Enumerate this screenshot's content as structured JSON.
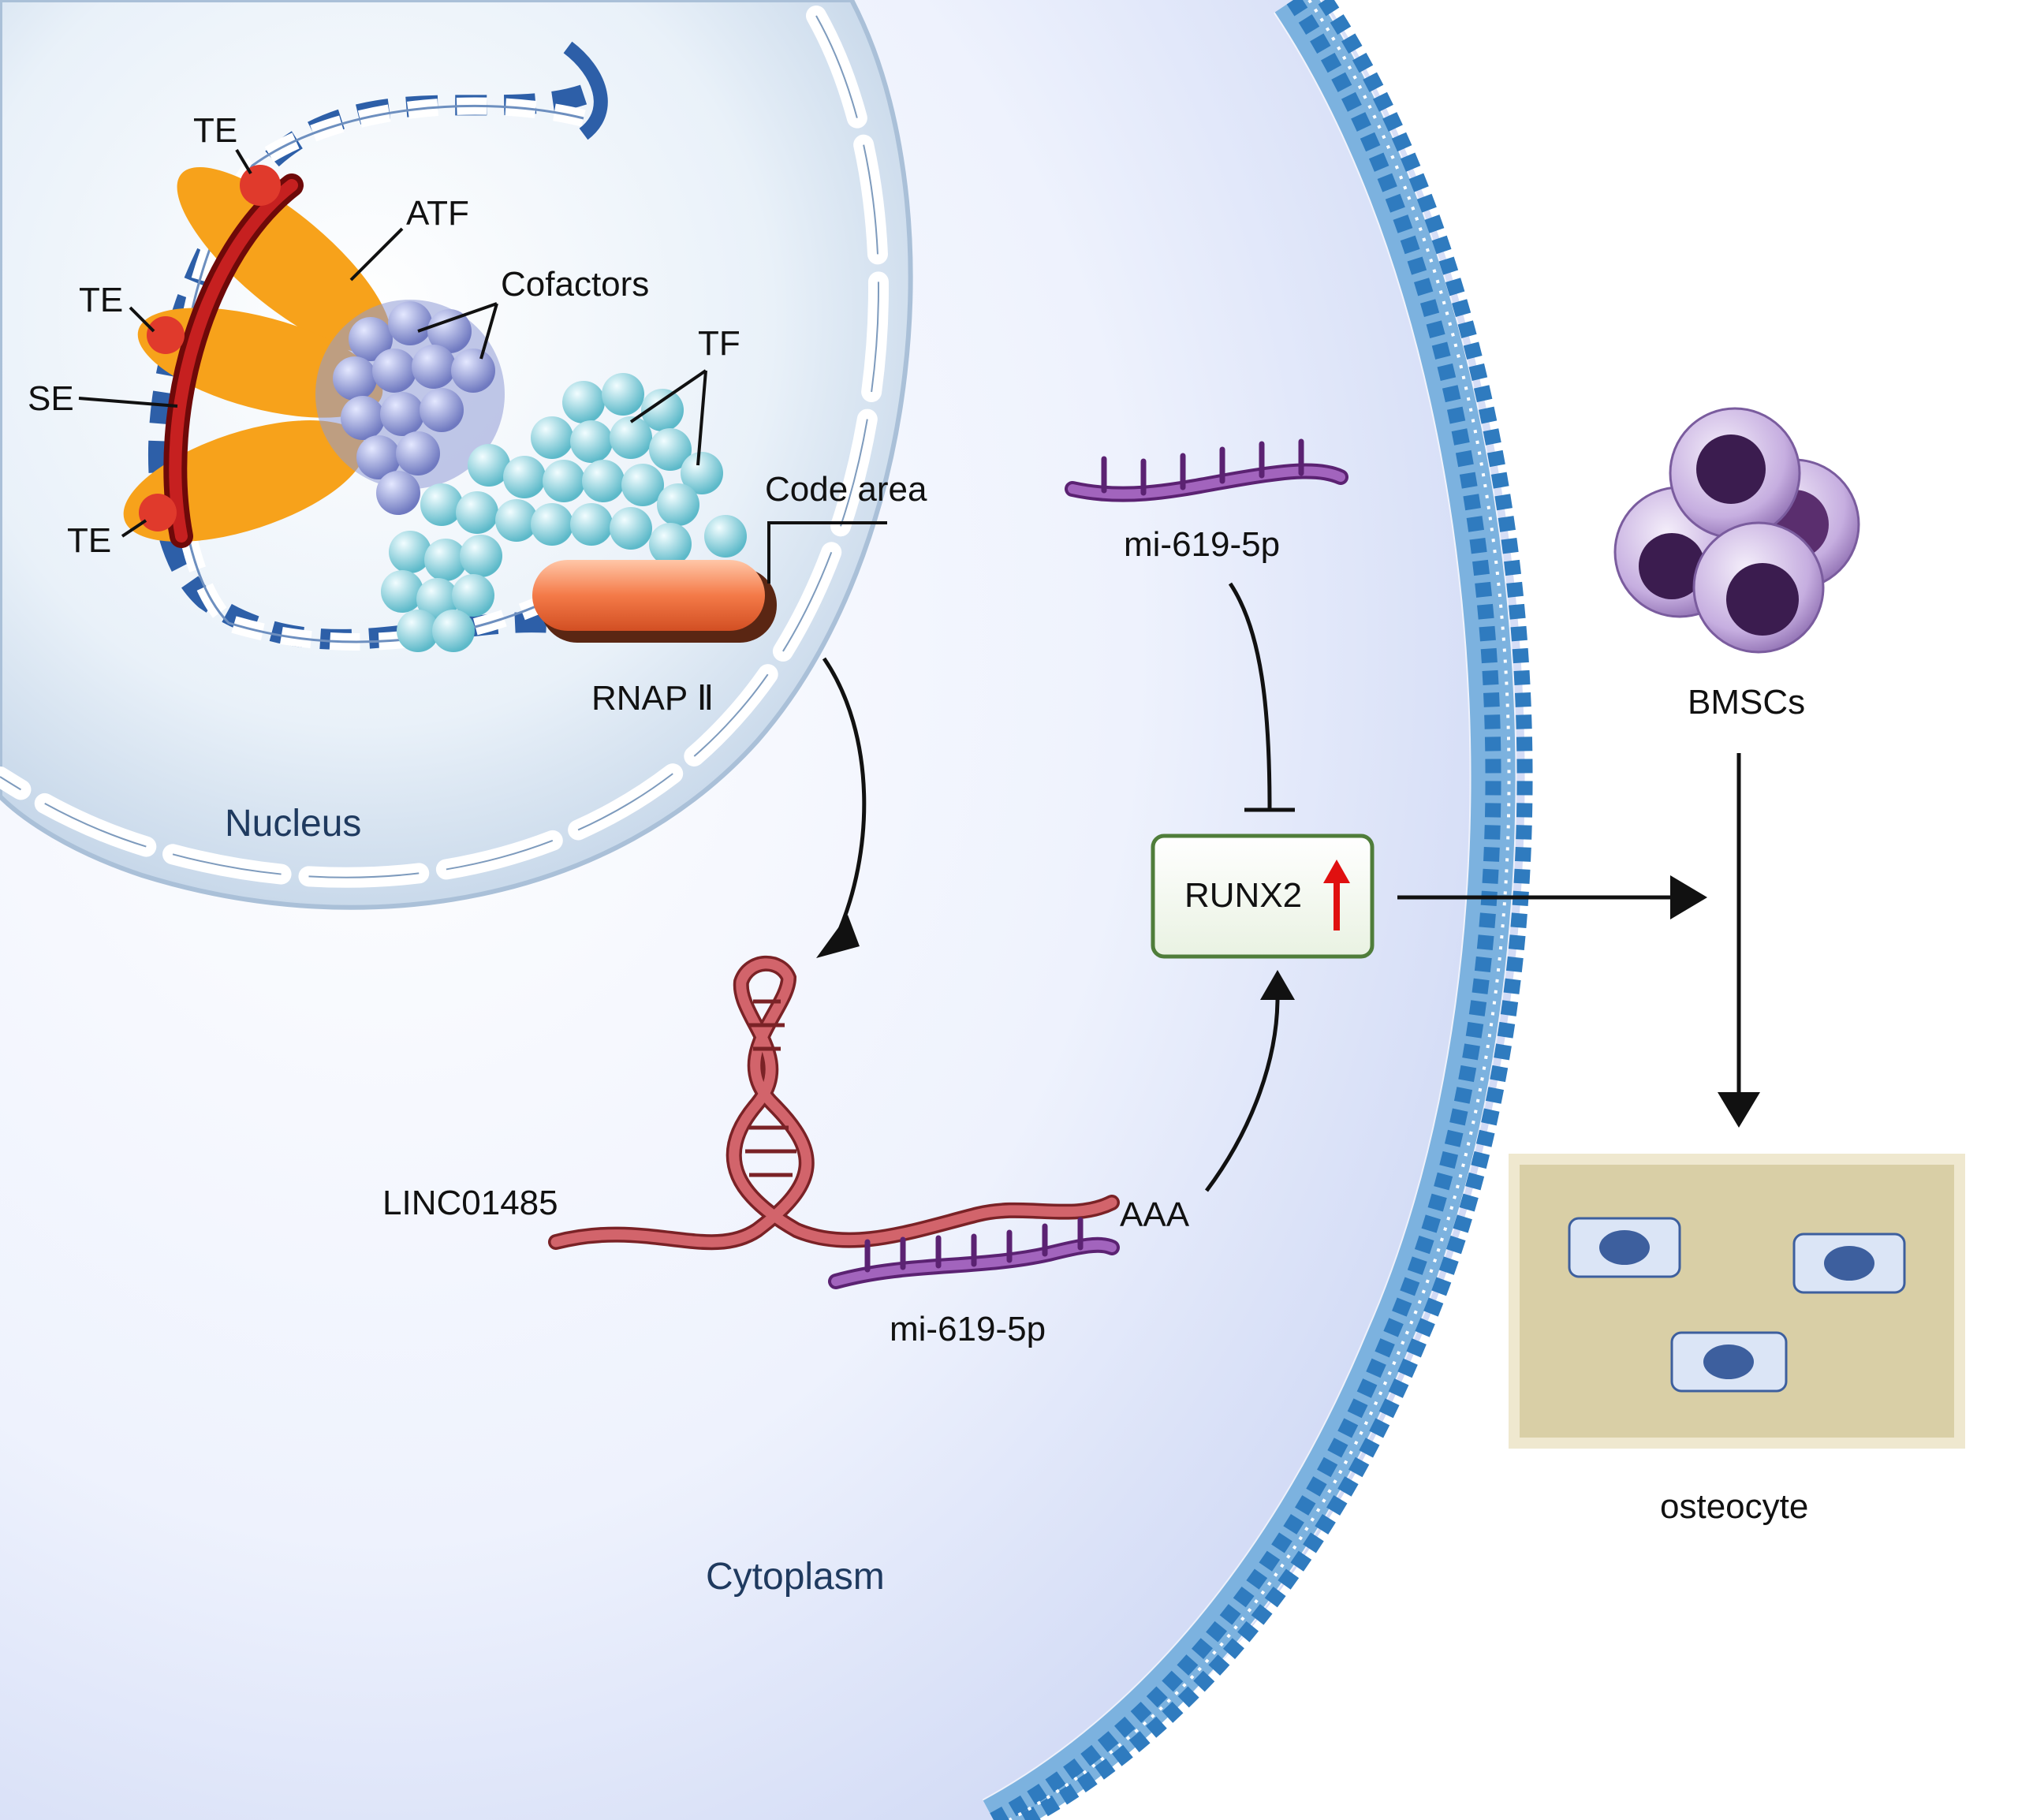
{
  "labels": {
    "te_top": "TE",
    "atf": "ATF",
    "cofactors": "Cofactors",
    "te_mid": "TE",
    "tf": "TF",
    "se": "SE",
    "code_area": "Code area",
    "te_bottom": "TE",
    "rnap": "RNAP Ⅱ",
    "nucleus": "Nucleus",
    "mirna_top": "mi-619-5p",
    "runx2": "RUNX2",
    "bmscs": "BMSCs",
    "linc": "LINC01485",
    "aaa": "AAA",
    "mirna_bottom": "mi-619-5p",
    "cytoplasm": "Cytoplasm",
    "osteocyte": "osteocyte"
  },
  "colors": {
    "cell_fill": "#dfe6fb",
    "nucleus_fill": "#d6e4f2",
    "membrane": "#2f7bbf",
    "dna_blue": "#2d5fa8",
    "super_enhancer": "#a01313",
    "atf_orange": "#f7a21b",
    "cofactor_purple": "#8f9bd6",
    "tf_cyan": "#8fd3df",
    "rnap_orange": "#f06a3c",
    "lncrna_red": "#c4535b",
    "mirna_purple": "#8e4aa6",
    "runx2_box_border": "#4f7d3a",
    "up_arrow_red": "#e01010",
    "bmsc_dark": "#3b1c4f",
    "osteocyte_bg": "#d9cfa6",
    "osteocyte_cell": "#dbe5f6",
    "osteocyte_nucleus": "#3d5f9e"
  },
  "icons": {
    "bmsc_cluster": "stem-cell-cluster-icon",
    "osteocyte_matrix": "bone-matrix-icon",
    "inhibition": "inhibition-bar-icon",
    "up_arrow": "up-arrow-icon"
  }
}
